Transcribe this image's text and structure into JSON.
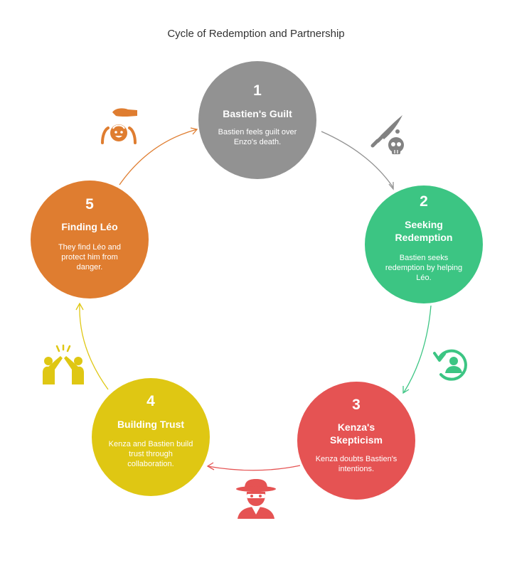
{
  "title": "Cycle of Redemption and Partnership",
  "colors": {
    "gray": "#929292",
    "green": "#3cc583",
    "red": "#e55353",
    "yellow": "#dfc713",
    "orange": "#df7d30"
  },
  "steps": [
    {
      "number": "1",
      "heading": [
        "Bastien's Guilt"
      ],
      "description": [
        "Bastien feels guilt over",
        "Enzo's death."
      ],
      "color": "#929292",
      "icon": "dagger-skull-icon"
    },
    {
      "number": "2",
      "heading": [
        "Seeking",
        "Redemption"
      ],
      "description": [
        "Bastien seeks",
        "redemption by helping",
        "Léo."
      ],
      "color": "#3cc583",
      "icon": "person-restore-icon"
    },
    {
      "number": "3",
      "heading": [
        "Kenza's",
        "Skepticism"
      ],
      "description": [
        "Kenza doubts Bastien's",
        "intentions."
      ],
      "color": "#e55353",
      "icon": "spy-icon"
    },
    {
      "number": "4",
      "heading": [
        "Building Trust"
      ],
      "description": [
        "Kenza and Bastien build",
        "trust through",
        "collaboration."
      ],
      "color": "#dfc713",
      "icon": "high-five-icon"
    },
    {
      "number": "5",
      "heading": [
        "Finding Léo"
      ],
      "description": [
        "They find Léo and",
        "protect him from",
        "danger."
      ],
      "color": "#df7d30",
      "icon": "protect-child-icon"
    }
  ]
}
